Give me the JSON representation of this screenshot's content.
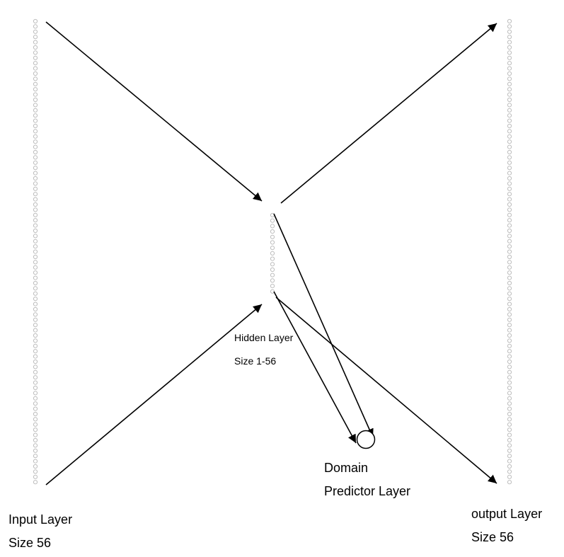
{
  "diagram": {
    "input_layer": {
      "title": "Input Layer",
      "size": "Size 56"
    },
    "hidden_layer": {
      "title": "Hidden Layer",
      "size": "Size 1-56"
    },
    "output_layer": {
      "title": "output Layer",
      "size": "Size 56"
    },
    "domain_predictor": {
      "line1": "Domain",
      "line2": "Predictor Layer"
    }
  },
  "colors": {
    "arrow": "#000000",
    "node_outline": "#bdbdbd",
    "text": "#000000"
  }
}
